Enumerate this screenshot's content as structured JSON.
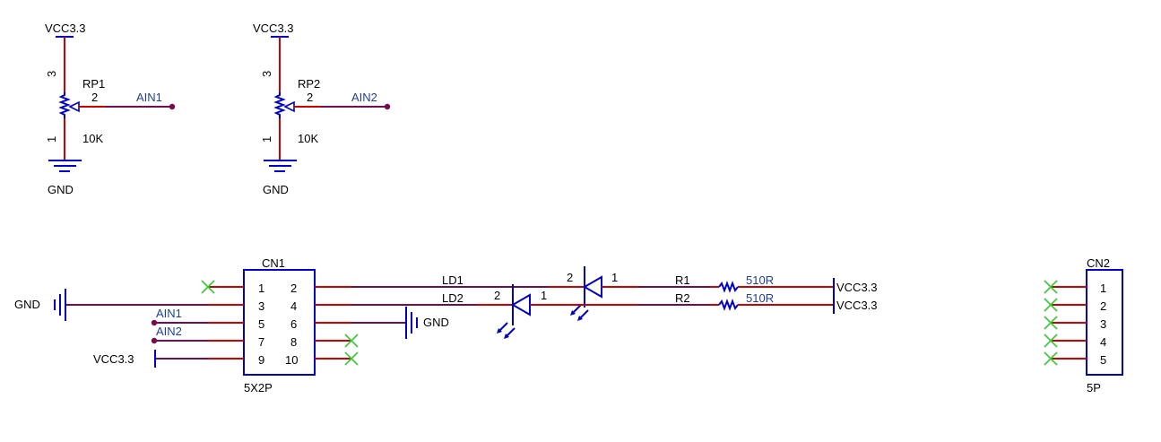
{
  "schematic": {
    "rp1": {
      "power": "VCC3.3",
      "ref": "RP1",
      "value": "10K",
      "pin_top": "3",
      "pin_wiper": "2",
      "pin_bottom": "1",
      "net": "AIN1",
      "ground": "GND"
    },
    "rp2": {
      "power": "VCC3.3",
      "ref": "RP2",
      "value": "10K",
      "pin_top": "3",
      "pin_wiper": "2",
      "pin_bottom": "1",
      "net": "AIN2",
      "ground": "GND"
    },
    "cn1": {
      "ref": "CN1",
      "value": "5X2P",
      "left_pins": [
        "1",
        "3",
        "5",
        "7",
        "9"
      ],
      "right_pins": [
        "2",
        "4",
        "6",
        "8",
        "10"
      ],
      "gnd_left": "GND",
      "gnd_right": "GND",
      "ain1": "AIN1",
      "ain2": "AIN2",
      "vcc": "VCC3.3"
    },
    "ld1": {
      "ref": "LD1",
      "pin_a": "2",
      "pin_b": "1"
    },
    "ld2": {
      "ref": "LD2",
      "pin_a": "2",
      "pin_b": "1"
    },
    "r1": {
      "ref": "R1",
      "value": "510R",
      "power": "VCC3.3"
    },
    "r2": {
      "ref": "R2",
      "value": "510R",
      "power": "VCC3.3"
    },
    "cn2": {
      "ref": "CN2",
      "value": "5P",
      "pins": [
        "1",
        "2",
        "3",
        "4",
        "5"
      ]
    }
  },
  "colors": {
    "wire": "#d00000",
    "component": "#0000c8",
    "net_wire": "#7a0a50",
    "no_connect": "#33cc33",
    "net_label": "#1f3fa0"
  }
}
